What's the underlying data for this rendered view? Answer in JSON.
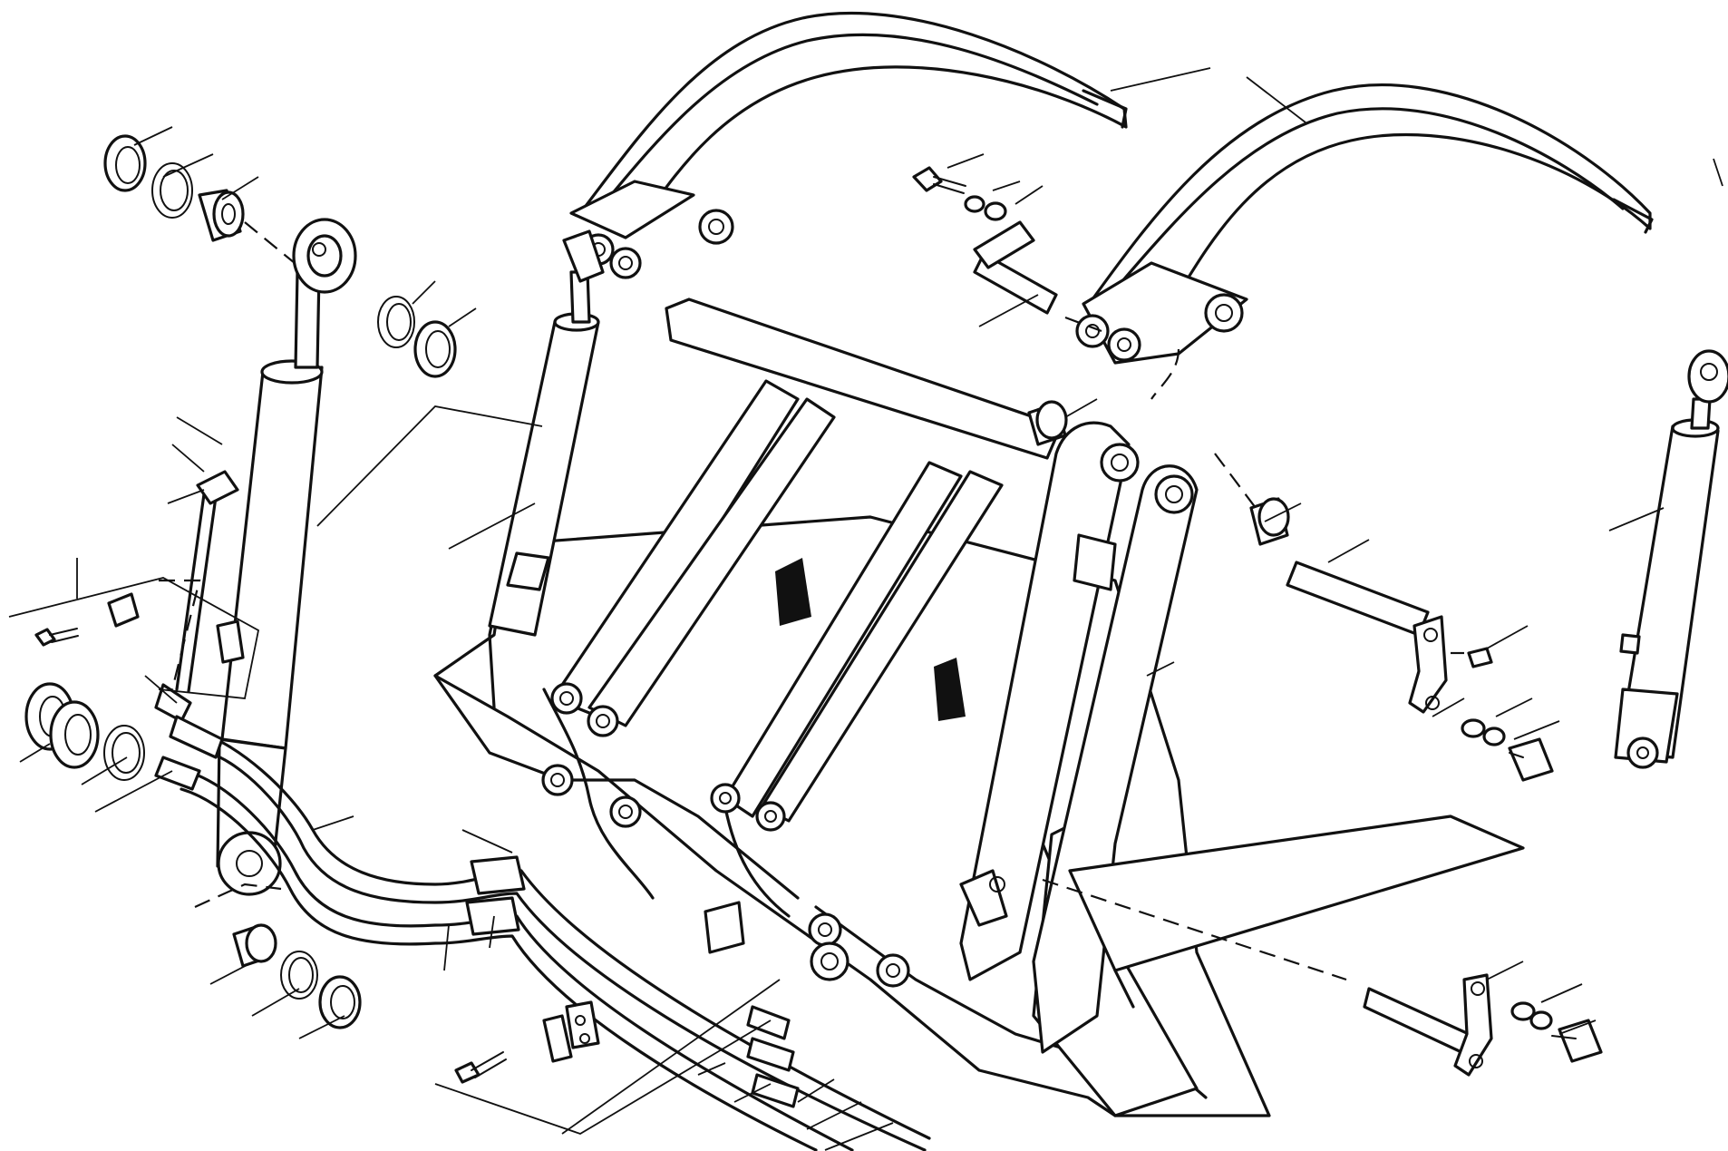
{
  "figure": {
    "kind": "exploded-parts-diagram",
    "subject": "grapple-bucket-assembly",
    "line_color": "#111111",
    "background": "#ffffff",
    "labels": []
  },
  "parts": [
    {
      "name": "grapple-tine-left",
      "icon": "curved-tine"
    },
    {
      "name": "grapple-tine-right",
      "icon": "curved-tine"
    },
    {
      "name": "bucket-frame",
      "icon": "bucket"
    },
    {
      "name": "hydraulic-cylinder-left",
      "icon": "cylinder"
    },
    {
      "name": "hydraulic-cylinder-center",
      "icon": "cylinder"
    },
    {
      "name": "hydraulic-cylinder-right",
      "icon": "cylinder"
    },
    {
      "name": "hydraulic-hoses",
      "icon": "hose"
    },
    {
      "name": "hose-clamp",
      "icon": "clamp"
    },
    {
      "name": "pivot-pins",
      "icon": "pin"
    },
    {
      "name": "bushings",
      "icon": "bushing"
    },
    {
      "name": "snap-rings",
      "icon": "ring"
    },
    {
      "name": "bolts-and-washers",
      "icon": "bolt"
    }
  ]
}
